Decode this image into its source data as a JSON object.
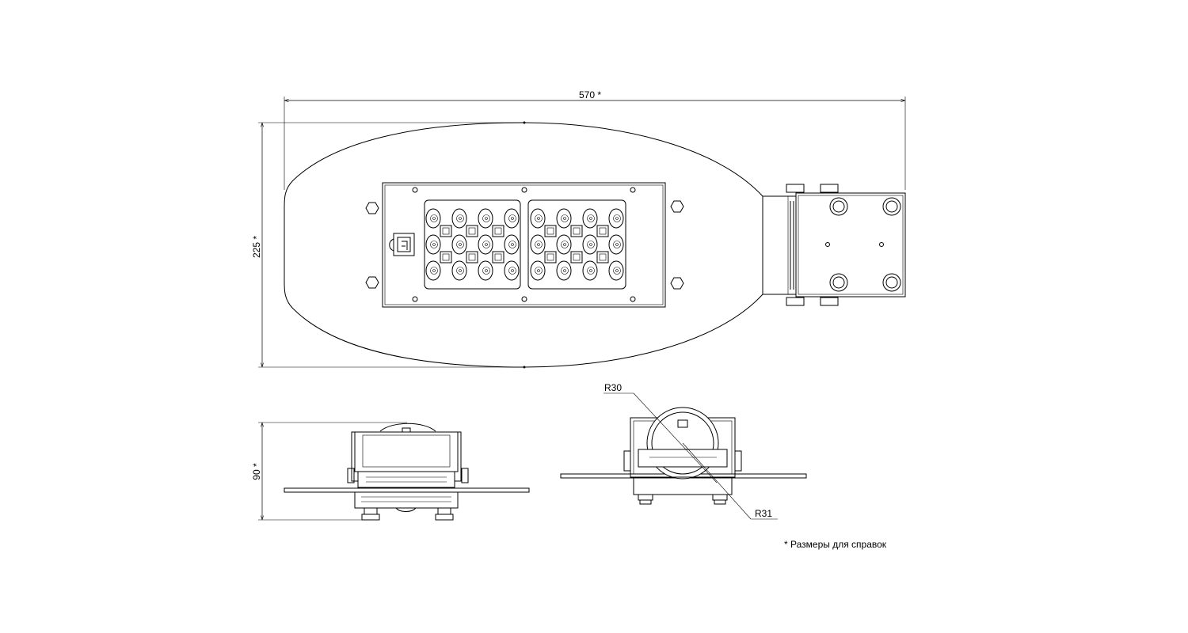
{
  "dimensions": {
    "width_label": "570 *",
    "height_label": "225 *",
    "side_height_label": "90 *",
    "radius_outer_label": "R30",
    "radius_inner_label": "R31"
  },
  "footnote": "* Размеры для справок"
}
